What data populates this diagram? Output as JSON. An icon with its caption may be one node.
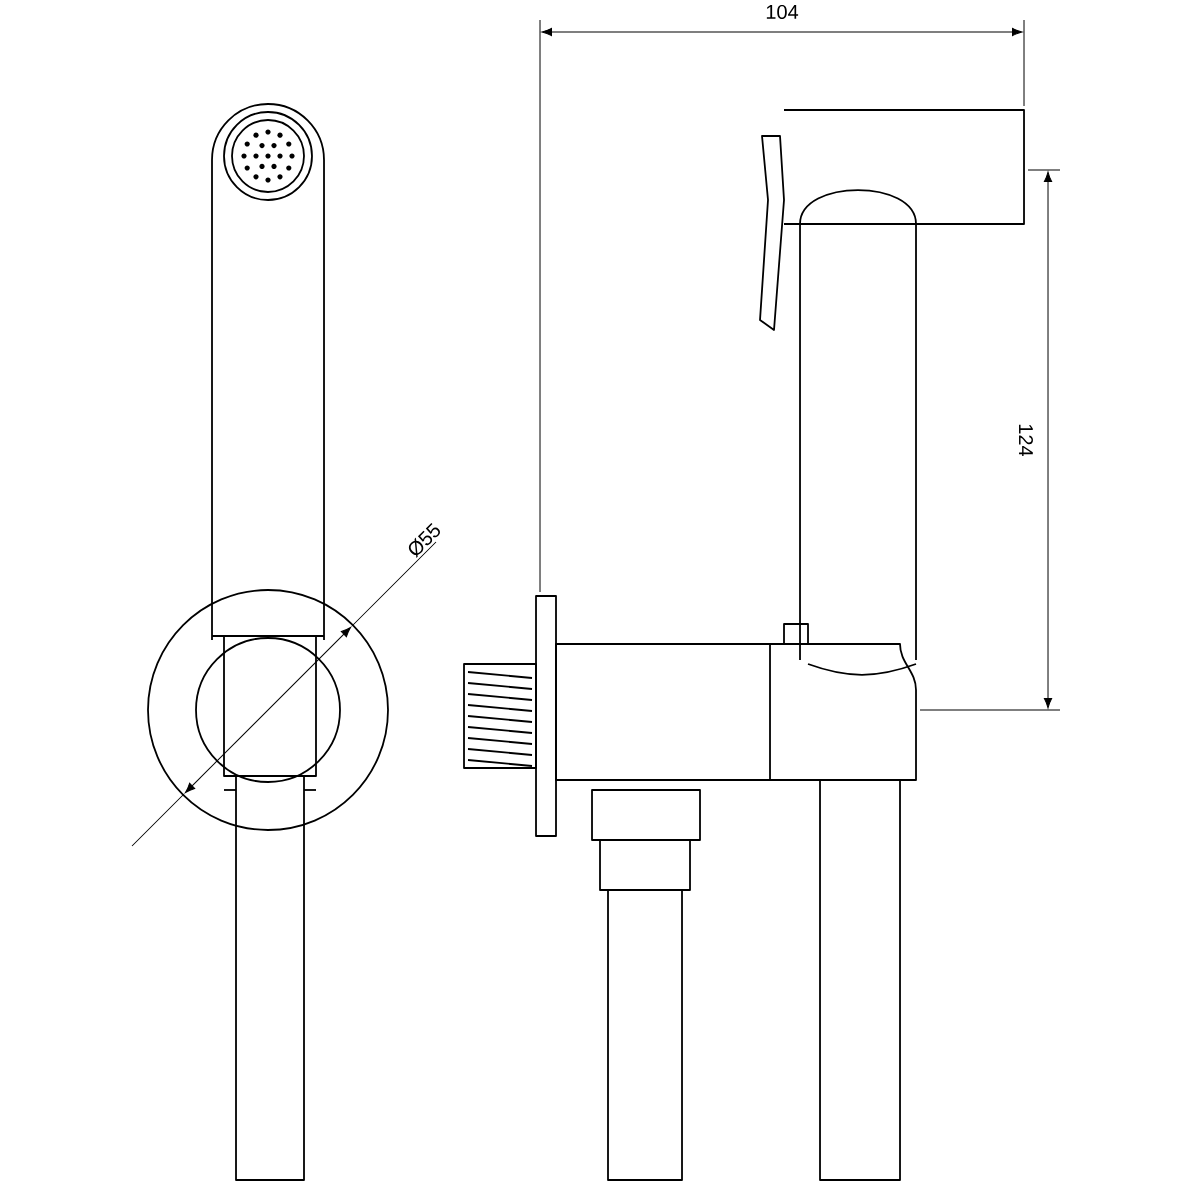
{
  "diagram": {
    "labels": [
      "104",
      "124",
      "Ø55"
    ]
  }
}
